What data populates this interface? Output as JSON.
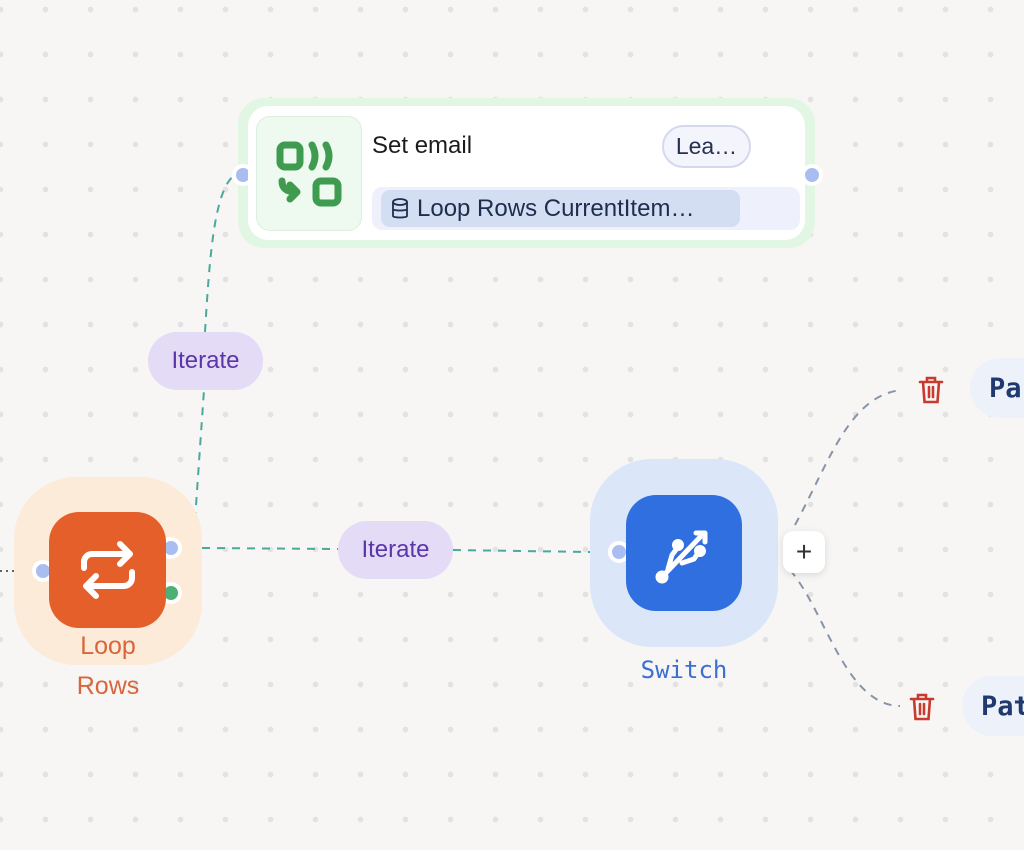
{
  "set_node": {
    "title": "Set email",
    "badge": "Lea…",
    "value_chip": "Loop Rows CurrentItem…",
    "icon": "variable-set-icon",
    "accent": "#3e9b4f"
  },
  "edges": {
    "iterate_top": "Iterate",
    "iterate_mid": "Iterate"
  },
  "loop_node": {
    "label_line1": "Loop",
    "label_line2": "Rows",
    "icon": "repeat-icon",
    "accent": "#e55f2b"
  },
  "switch_node": {
    "label": "Switch",
    "icon": "usb-branch-icon",
    "accent": "#2f6fe0",
    "add_label": "+"
  },
  "paths": [
    {
      "label": "Pa"
    },
    {
      "label": "Pat"
    }
  ]
}
